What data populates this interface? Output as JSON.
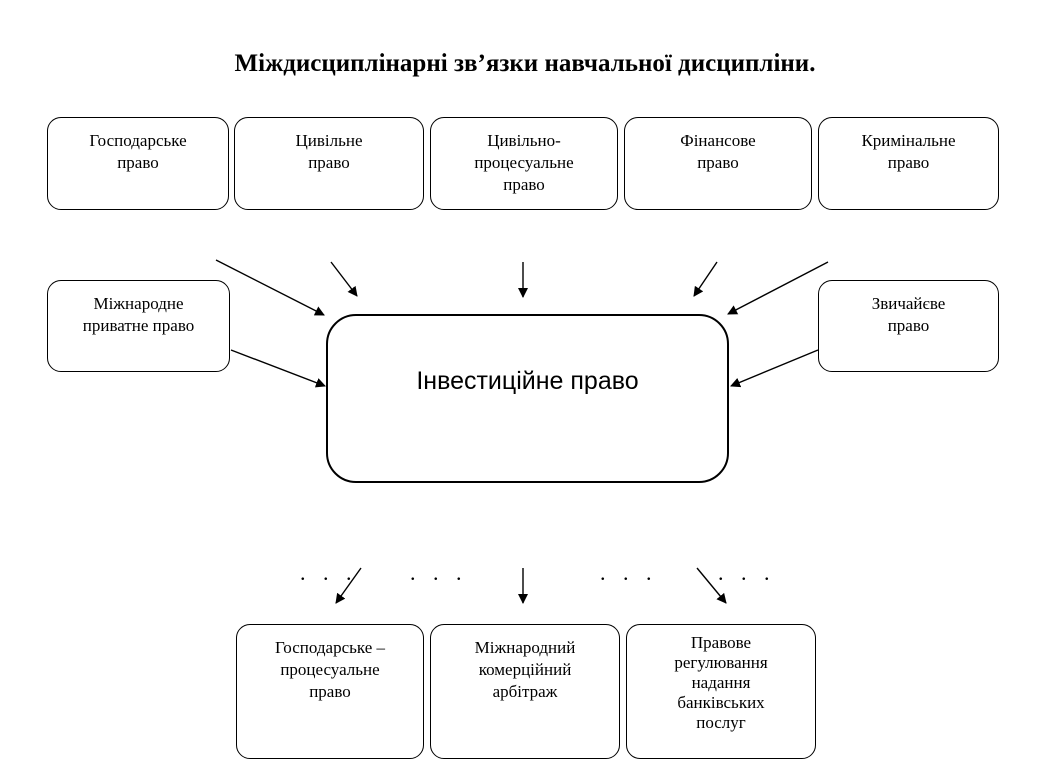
{
  "title": "Міждисциплінарні зв’язки навчальної дисципліни.",
  "center": "Інвестиційне право",
  "top_row": [
    "Господарське\nправо",
    "Цивільне\nправо",
    "Цивільно-\nпроцесуальне\nправо",
    "Фінансове\nправо",
    "Кримінальне\nправо"
  ],
  "left_box": "Міжнародне\nприватне право",
  "right_box": "Звичайєве\nправо",
  "bottom_row": [
    "Господарське –\nпроцесуальне\nправо",
    "Міжнародний\nкомерційний\nарбітраж",
    "Правове\nрегулювання\nнадання\nбанківських\nпослуг"
  ],
  "ellipsis": ". . ."
}
